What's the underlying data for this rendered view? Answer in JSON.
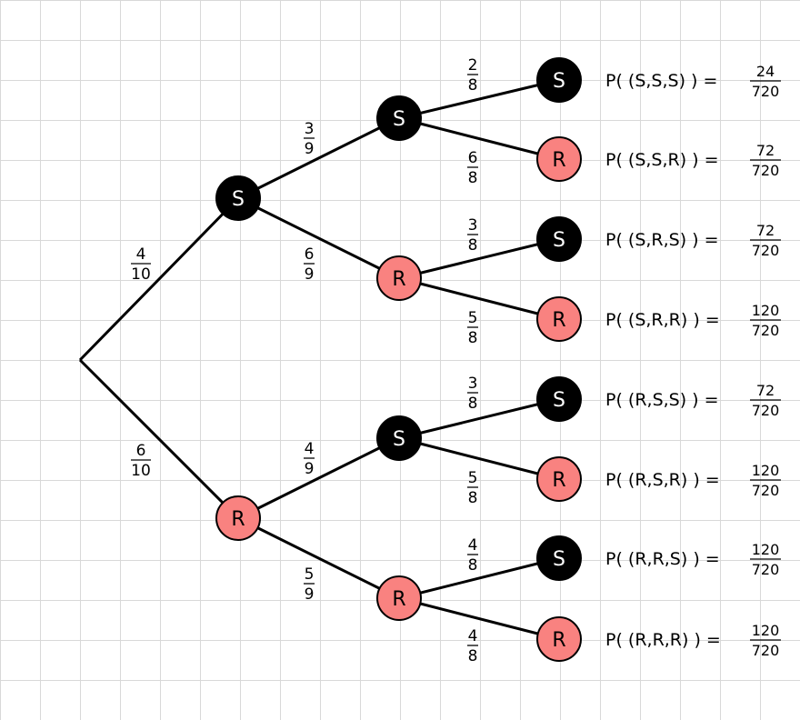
{
  "colors": {
    "s_fill": "#000000",
    "s_text": "#ffffff",
    "r_fill": "#f98280",
    "r_text": "#000000",
    "edge": "#000000"
  },
  "nodes": [
    {
      "id": "s1",
      "label": "S"
    },
    {
      "id": "r1",
      "label": "R"
    },
    {
      "id": "s1s",
      "label": "S"
    },
    {
      "id": "s1r",
      "label": "R"
    },
    {
      "id": "r1s",
      "label": "S"
    },
    {
      "id": "r1r",
      "label": "R"
    },
    {
      "id": "sss",
      "label": "S"
    },
    {
      "id": "ssr",
      "label": "R"
    },
    {
      "id": "srs",
      "label": "S"
    },
    {
      "id": "srr",
      "label": "R"
    },
    {
      "id": "rss",
      "label": "S"
    },
    {
      "id": "rsr",
      "label": "R"
    },
    {
      "id": "rrs",
      "label": "S"
    },
    {
      "id": "rrr",
      "label": "R"
    }
  ],
  "branches": [
    {
      "from": "root",
      "to": "s1",
      "num": "4",
      "den": "10"
    },
    {
      "from": "root",
      "to": "r1",
      "num": "6",
      "den": "10"
    },
    {
      "from": "s1",
      "to": "s1s",
      "num": "3",
      "den": "9"
    },
    {
      "from": "s1",
      "to": "s1r",
      "num": "6",
      "den": "9"
    },
    {
      "from": "r1",
      "to": "r1s",
      "num": "4",
      "den": "9"
    },
    {
      "from": "r1",
      "to": "r1r",
      "num": "5",
      "den": "9"
    },
    {
      "from": "s1s",
      "to": "sss",
      "num": "2",
      "den": "8"
    },
    {
      "from": "s1s",
      "to": "ssr",
      "num": "6",
      "den": "8"
    },
    {
      "from": "s1r",
      "to": "srs",
      "num": "3",
      "den": "8"
    },
    {
      "from": "s1r",
      "to": "srr",
      "num": "5",
      "den": "8"
    },
    {
      "from": "r1s",
      "to": "rss",
      "num": "3",
      "den": "8"
    },
    {
      "from": "r1s",
      "to": "rsr",
      "num": "5",
      "den": "8"
    },
    {
      "from": "r1r",
      "to": "rrs",
      "num": "4",
      "den": "8"
    },
    {
      "from": "r1r",
      "to": "rrr",
      "num": "4",
      "den": "8"
    }
  ],
  "results": [
    {
      "text": "P( (S,S,S) )  =",
      "num": "24",
      "den": "720"
    },
    {
      "text": "P( (S,S,R) )  =",
      "num": "72",
      "den": "720"
    },
    {
      "text": "P( (S,R,S) )  =",
      "num": "72",
      "den": "720"
    },
    {
      "text": "P( (S,R,R) )  =",
      "num": "120",
      "den": "720"
    },
    {
      "text": "P( (R,S,S) )  =",
      "num": "72",
      "den": "720"
    },
    {
      "text": "P( (R,S,R) )  =",
      "num": "120",
      "den": "720"
    },
    {
      "text": "P( (R,R,S) )  =",
      "num": "120",
      "den": "720"
    },
    {
      "text": "P( (R,R,R) )  =",
      "num": "120",
      "den": "720"
    }
  ]
}
